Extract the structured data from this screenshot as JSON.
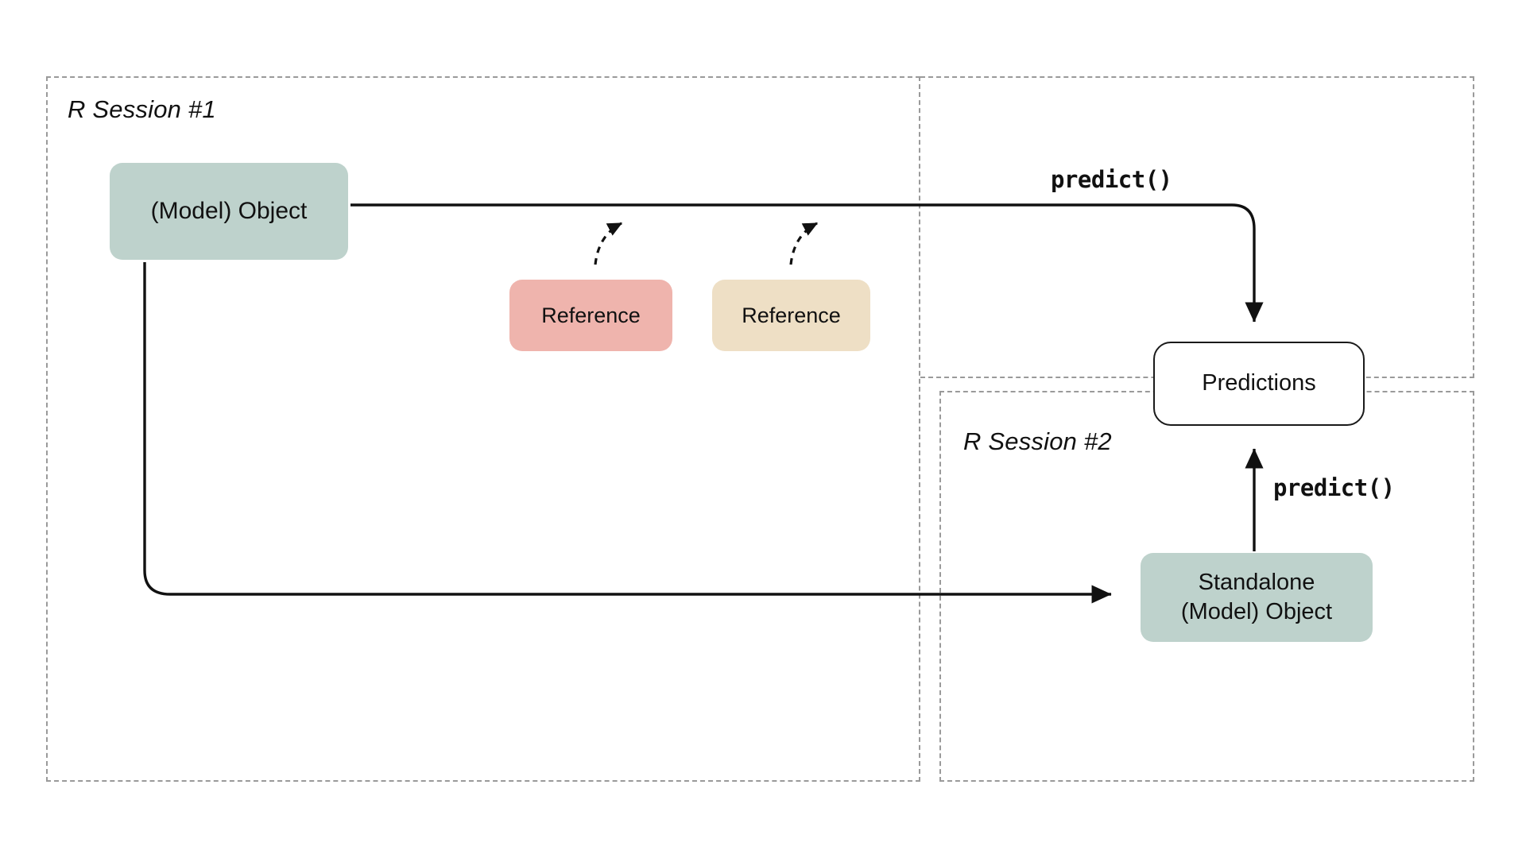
{
  "diagram": {
    "title_kind": "model-object-prediction-flow",
    "background_color": "#ffffff",
    "containers": [
      {
        "id": "session1",
        "label": "R Session #1",
        "border_color": "#9a9a9a",
        "border_style": "dashed"
      },
      {
        "id": "session2",
        "label": "R Session #2",
        "border_color": "#9a9a9a",
        "border_style": "dashed"
      }
    ],
    "nodes": [
      {
        "id": "model-object",
        "label": "(Model) Object",
        "fill": "#bed2cc",
        "shape": "rounded-rect"
      },
      {
        "id": "reference-red",
        "label": "Reference",
        "fill": "#efb4ad",
        "shape": "rounded-rect"
      },
      {
        "id": "reference-cream",
        "label": "Reference",
        "fill": "#eedfc5",
        "shape": "rounded-rect"
      },
      {
        "id": "predictions",
        "label": "Predictions",
        "fill": "#ffffff",
        "shape": "rounded-rect-outlined",
        "stroke": "#1a1a1a"
      },
      {
        "id": "standalone-object",
        "label": "Standalone\n(Model) Object",
        "fill": "#bed2cc",
        "shape": "rounded-rect"
      }
    ],
    "edges": [
      {
        "id": "model-to-predictions",
        "label": "predict()",
        "style": "solid",
        "from": "model-object",
        "to": "predictions"
      },
      {
        "id": "standalone-to-predictions",
        "label": "predict()",
        "style": "solid",
        "from": "standalone-object",
        "to": "predictions"
      },
      {
        "id": "model-to-standalone",
        "label": "",
        "style": "solid",
        "from": "model-object",
        "to": "standalone-object"
      },
      {
        "id": "ref-red-dependency",
        "label": "",
        "style": "dashed",
        "from": "reference-red",
        "to": "model-to-predictions"
      },
      {
        "id": "ref-cream-dependency",
        "label": "",
        "style": "dashed",
        "from": "reference-cream",
        "to": "model-to-predictions"
      }
    ],
    "labels": {
      "predict_top": "predict()",
      "predict_middle": "predict()"
    }
  }
}
